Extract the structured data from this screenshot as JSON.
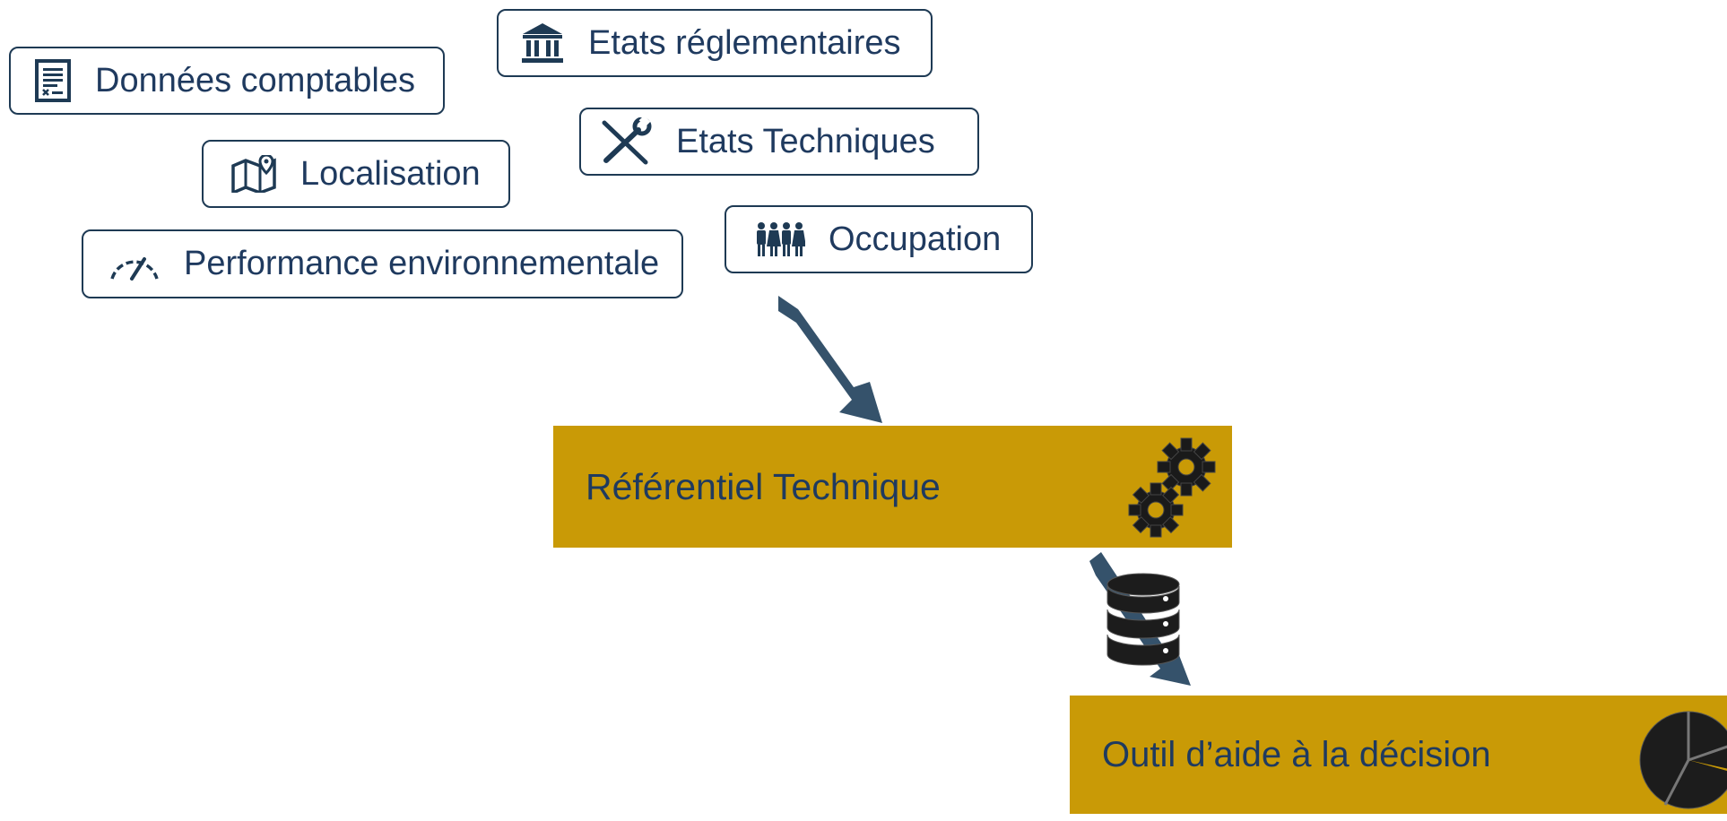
{
  "sources": [
    {
      "id": "donnees",
      "label": "Données comptables",
      "icon": "document-icon"
    },
    {
      "id": "etats-reglementaires",
      "label": "Etats réglementaires",
      "icon": "bank-icon"
    },
    {
      "id": "etats-techniques",
      "label": "Etats Techniques",
      "icon": "tools-icon"
    },
    {
      "id": "localisation",
      "label": "Localisation",
      "icon": "map-pin-icon"
    },
    {
      "id": "occupation",
      "label": "Occupation",
      "icon": "people-icon"
    },
    {
      "id": "performance",
      "label": "Performance environnementale",
      "icon": "gauge-icon"
    }
  ],
  "referentiel": {
    "label": "Référentiel Technique",
    "icon": "gears-icon"
  },
  "outil": {
    "label": "Outil d’aide à la décision",
    "icon": "pie-chart-icon"
  },
  "database": {
    "icon": "database-icon"
  },
  "colors": {
    "accent": "#c99a06",
    "navy": "#1f3a5f",
    "arrow": "#35526b",
    "border": "#1e3a54"
  }
}
